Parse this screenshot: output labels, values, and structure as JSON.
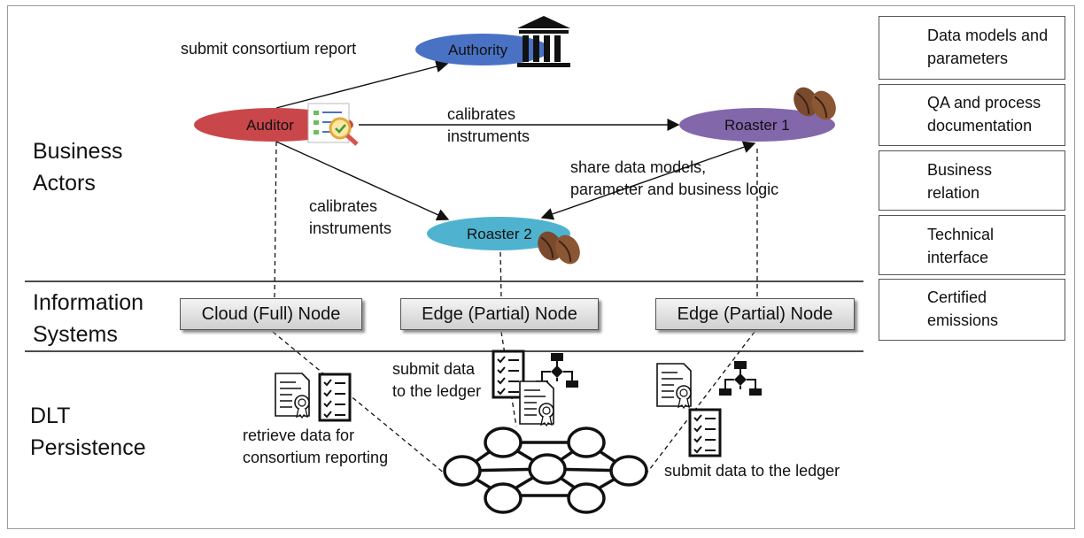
{
  "layers": {
    "business": [
      "Business",
      "Actors"
    ],
    "information": [
      "Information",
      "Systems"
    ],
    "dlt": [
      "DLT",
      "Persistence"
    ]
  },
  "actors": {
    "authority": "Authority",
    "auditor": "Auditor",
    "roaster1": "Roaster 1",
    "roaster2": "Roaster 2"
  },
  "relations": {
    "submit_report": "submit consortium report",
    "calibrates_top": [
      "calibrates",
      "instruments"
    ],
    "calibrates_bottom": [
      "calibrates",
      "instruments"
    ],
    "share": [
      "share data models,",
      "parameter and business logic"
    ]
  },
  "nodes": {
    "cloud": "Cloud (Full) Node",
    "edge1": "Edge (Partial) Node",
    "edge2": "Edge (Partial) Node"
  },
  "dlt_labels": {
    "retrieve": [
      "retrieve data for",
      "consortium reporting"
    ],
    "submit_left": [
      "submit data",
      "to the ledger"
    ],
    "submit_right": "submit data to the ledger"
  },
  "legend": [
    [
      "Data models and",
      "parameters"
    ],
    [
      "QA and process",
      "documentation"
    ],
    [
      "Business",
      "relation"
    ],
    [
      "Technical",
      "interface"
    ],
    [
      "Certified",
      "emissions"
    ]
  ],
  "colors": {
    "authority": "#4a72c4",
    "auditor": "#c9474b",
    "roaster1": "#8367ab",
    "roaster2": "#4fb3cf",
    "coffee": "#7a4a2e"
  },
  "icons": [
    "bank-icon",
    "audit-document-icon",
    "coffee-beans-icon",
    "checklist-icon",
    "certificate-icon",
    "org-chart-icon"
  ]
}
